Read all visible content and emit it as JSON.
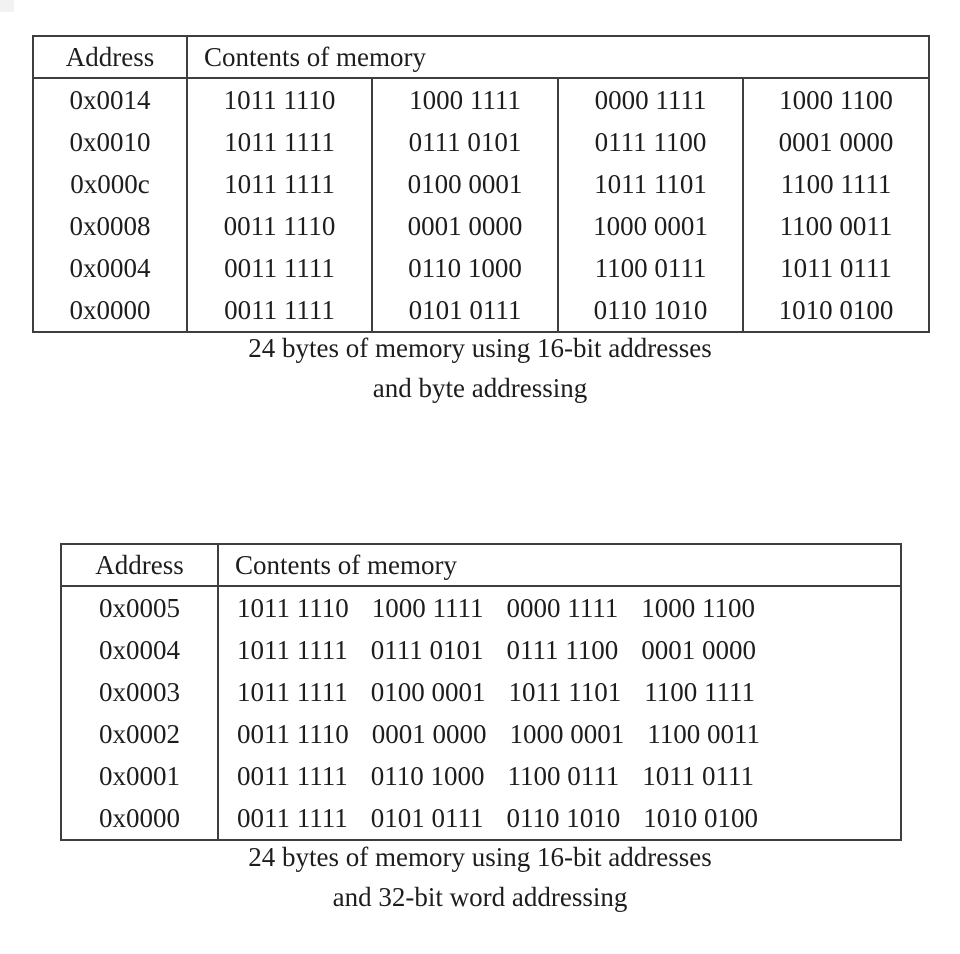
{
  "page": {
    "background": "#ffffff",
    "text_color": "#1d1d1d",
    "border_color": "#3e3e3e"
  },
  "table1": {
    "headers": {
      "address": "Address",
      "contents": "Contents of memory"
    },
    "rows": [
      {
        "address": "0x0014",
        "bytes": [
          "1011 1110",
          "1000 1111",
          "0000 1111",
          "1000 1100"
        ]
      },
      {
        "address": "0x0010",
        "bytes": [
          "1011 1111",
          "0111 0101",
          "0111 1100",
          "0001 0000"
        ]
      },
      {
        "address": "0x000c",
        "bytes": [
          "1011 1111",
          "0100 0001",
          "1011 1101",
          "1100 1111"
        ]
      },
      {
        "address": "0x0008",
        "bytes": [
          "0011 1110",
          "0001 0000",
          "1000 0001",
          "1100 0011"
        ]
      },
      {
        "address": "0x0004",
        "bytes": [
          "0011 1111",
          "0110 1000",
          "1100 0111",
          "1011 0111"
        ]
      },
      {
        "address": "0x0000",
        "bytes": [
          "0011 1111",
          "0101 0111",
          "0110 1010",
          "1010 0100"
        ]
      }
    ],
    "caption_line1": "24 bytes of memory using 16-bit addresses",
    "caption_line2": "and byte addressing"
  },
  "table2": {
    "headers": {
      "address": "Address",
      "contents": "Contents of memory"
    },
    "rows": [
      {
        "address": "0x0005",
        "bytes": [
          "1011 1110",
          "1000 1111",
          "0000 1111",
          "1000 1100"
        ]
      },
      {
        "address": "0x0004",
        "bytes": [
          "1011 1111",
          "0111 0101",
          "0111 1100",
          "0001 0000"
        ]
      },
      {
        "address": "0x0003",
        "bytes": [
          "1011 1111",
          "0100 0001",
          "1011 1101",
          "1100 1111"
        ]
      },
      {
        "address": "0x0002",
        "bytes": [
          "0011 1110",
          "0001 0000",
          "1000 0001",
          "1100 0011"
        ]
      },
      {
        "address": "0x0001",
        "bytes": [
          "0011 1111",
          "0110 1000",
          "1100 0111",
          "1011 0111"
        ]
      },
      {
        "address": "0x0000",
        "bytes": [
          "0011 1111",
          "0101 0111",
          "0110 1010",
          "1010 0100"
        ]
      }
    ],
    "caption_line1": "24 bytes of memory using 16-bit addresses",
    "caption_line2": "and 32-bit word addressing"
  }
}
